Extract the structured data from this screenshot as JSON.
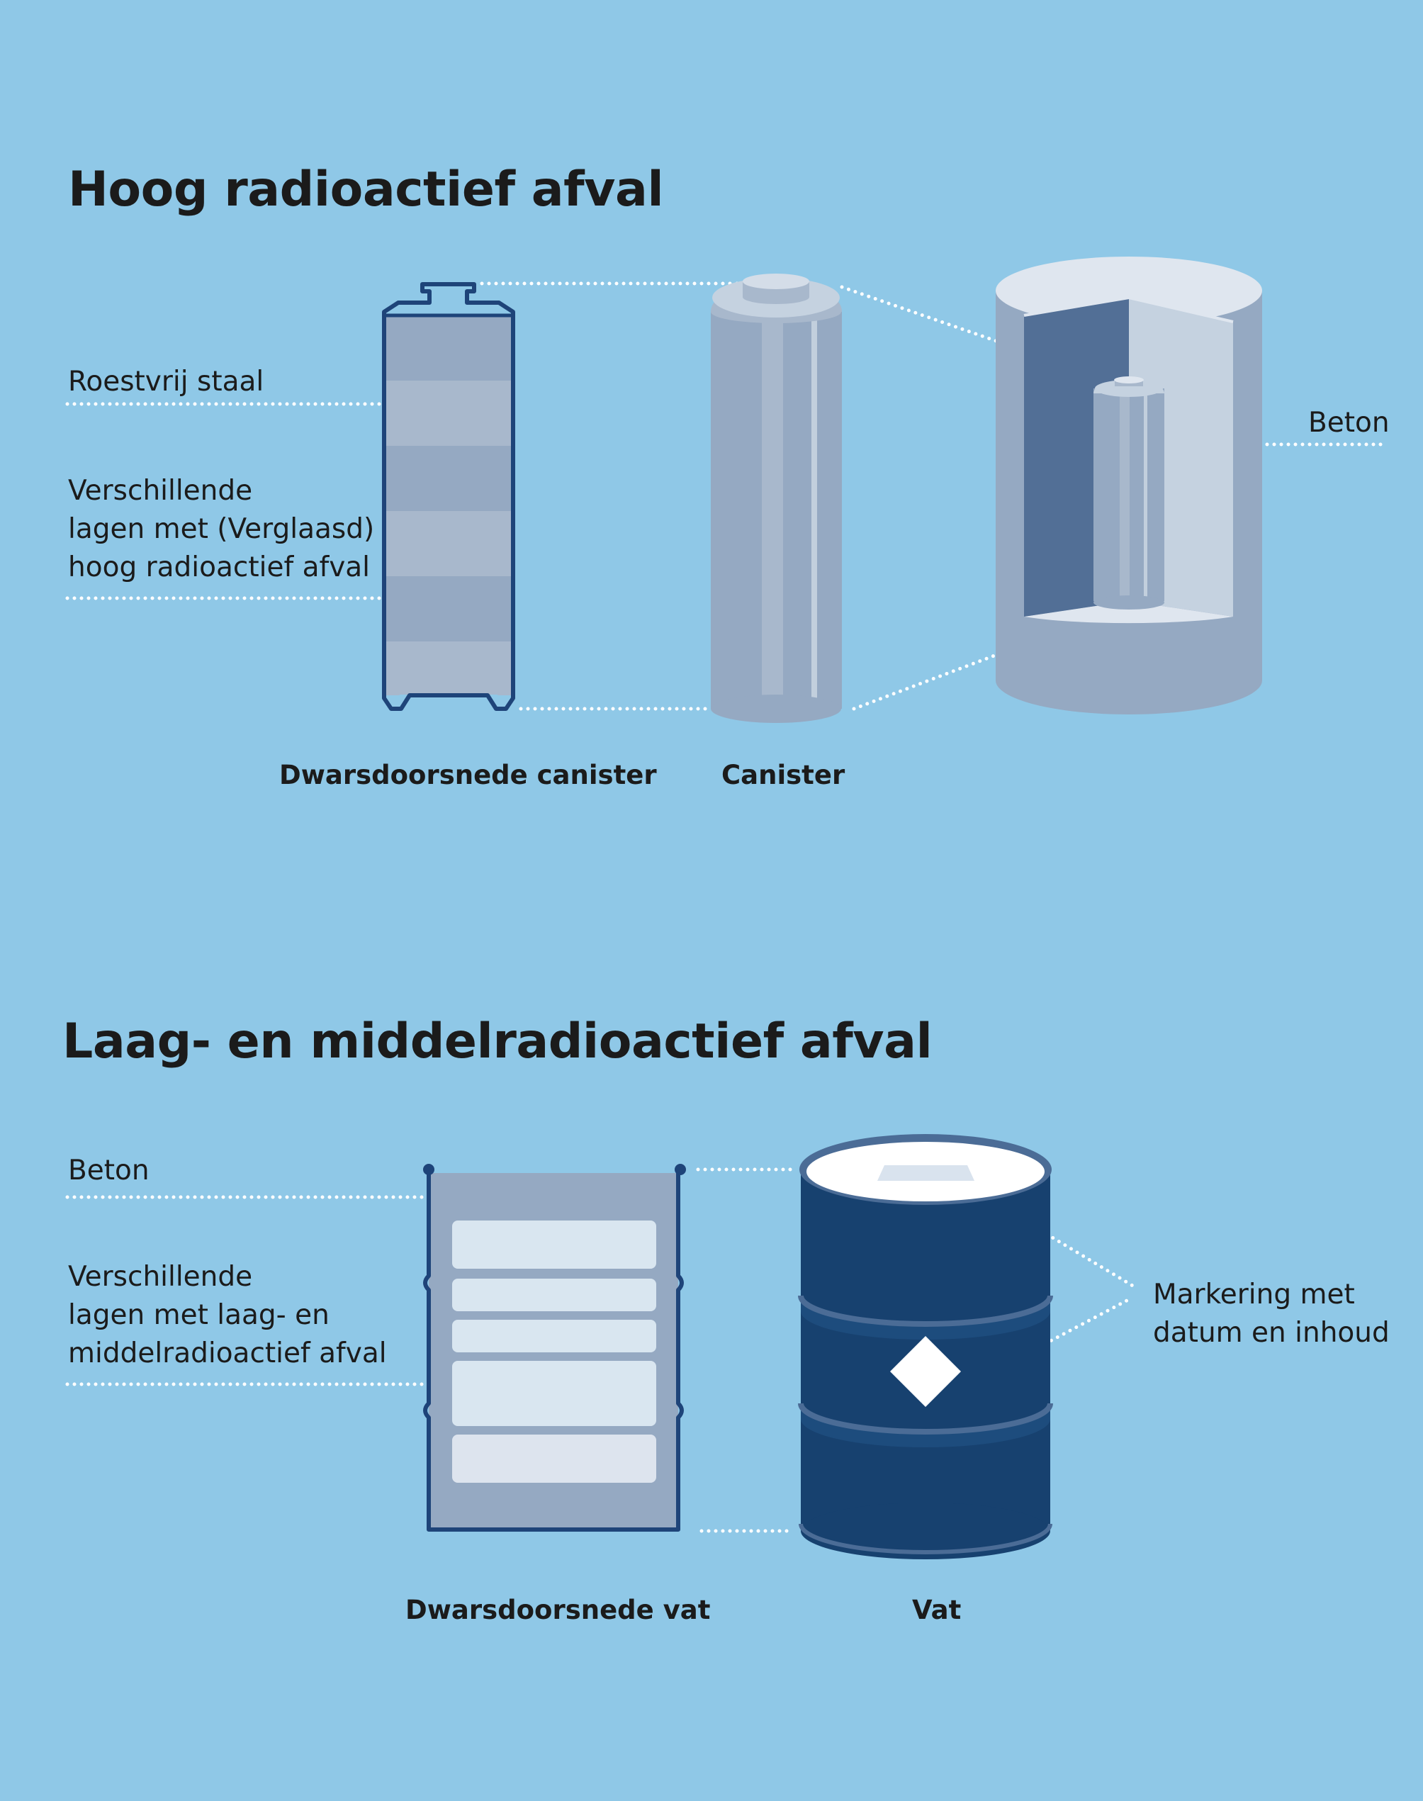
{
  "sections": {
    "high": {
      "title": "Hoog radioactief afval",
      "labels": {
        "steel": "Roestvrij staal",
        "layers": [
          "Verschillende",
          "lagen met (Verglaasd)",
          "hoog radioactief afval"
        ],
        "concrete": "Beton"
      },
      "captions": {
        "cross_section": "Dwarsdoorsnede canister",
        "canister": "Canister"
      }
    },
    "low": {
      "title": "Laag- en middelradioactief afval",
      "labels": {
        "concrete": "Beton",
        "layers": [
          "Verschillende",
          "lagen met laag- en",
          "middelradioactief afval"
        ],
        "marking": [
          "Markering met",
          "datum en inhoud"
        ]
      },
      "captions": {
        "cross_section": "Dwarsdoorsnede vat",
        "drum": "Vat"
      }
    }
  },
  "colors": {
    "background": "#8fc8e7",
    "steel_gray": "#95a9c2",
    "steel_light": "#a8b8cc",
    "navy": "#17416f",
    "outline": "#1e4479",
    "concrete_dark": "#526f96",
    "concrete_light": "#c5d2e0",
    "concrete_top": "#dfe6ef",
    "layer_fill": "#d9e6f0",
    "leader": "#ffffff",
    "text": "#1b1b1b"
  }
}
